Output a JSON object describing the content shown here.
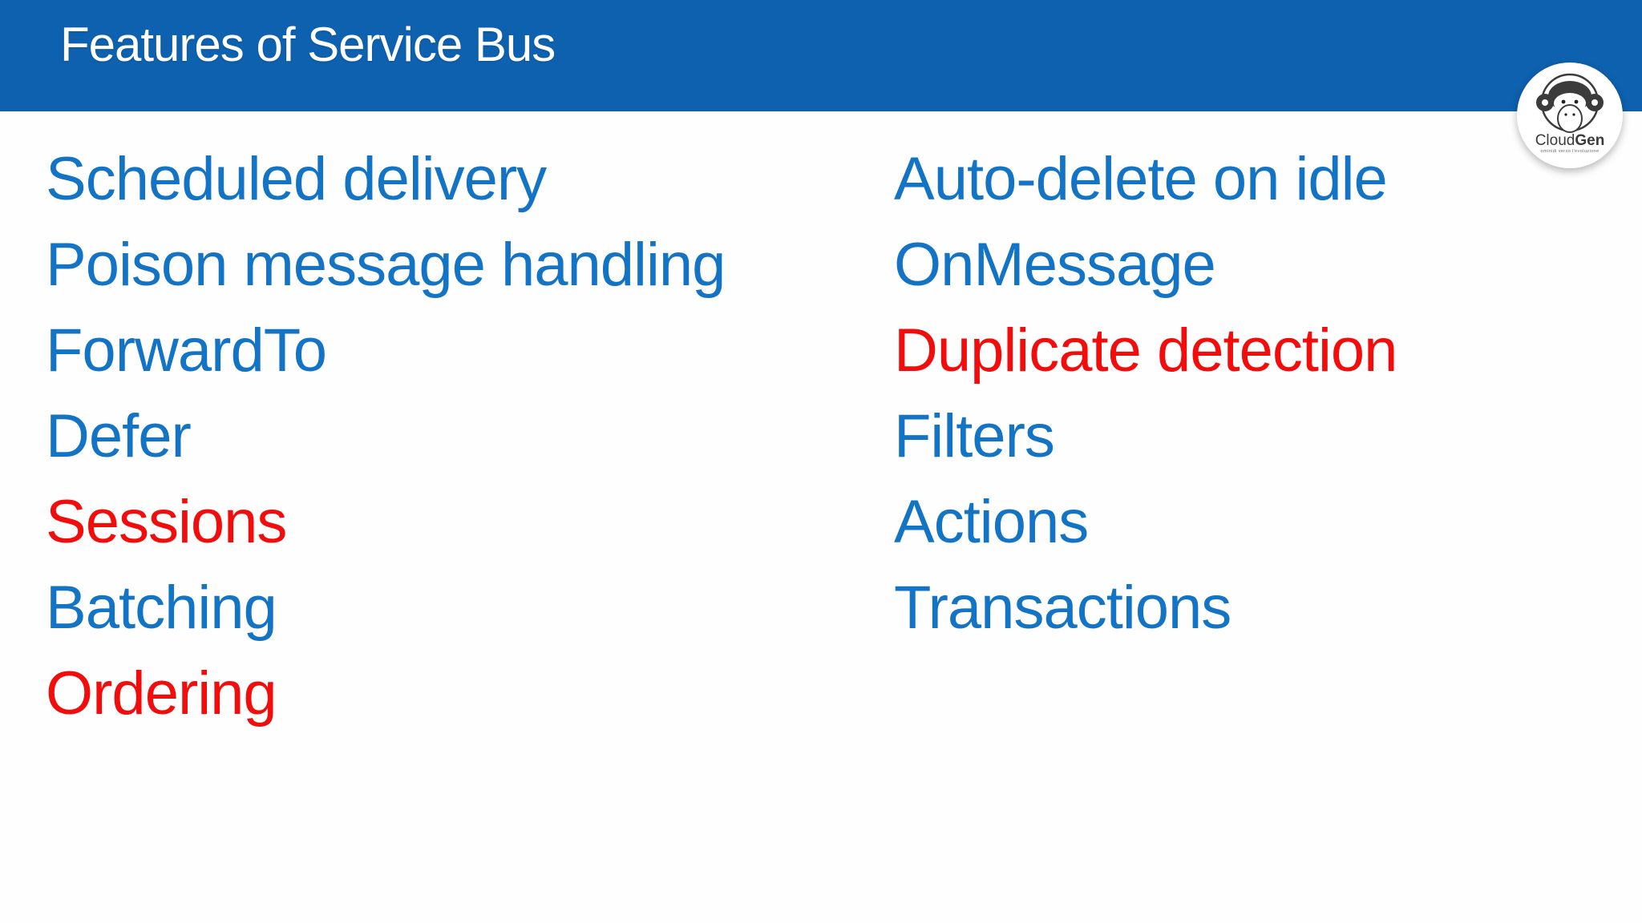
{
  "header": {
    "title": "Features of Service Bus"
  },
  "logo": {
    "brand_first": "Cloud",
    "brand_second": "Gen",
    "tagline": "ominidi verso l'evoluzione"
  },
  "columns": {
    "left": [
      {
        "label": "Scheduled delivery",
        "highlight": false
      },
      {
        "label": "Poison message handling",
        "highlight": false
      },
      {
        "label": "ForwardTo",
        "highlight": false
      },
      {
        "label": "Defer",
        "highlight": false
      },
      {
        "label": "Sessions",
        "highlight": true
      },
      {
        "label": "Batching",
        "highlight": false
      },
      {
        "label": "Ordering",
        "highlight": true
      }
    ],
    "right": [
      {
        "label": "Auto-delete on idle",
        "highlight": false
      },
      {
        "label": "OnMessage",
        "highlight": false
      },
      {
        "label": "Duplicate detection",
        "highlight": true
      },
      {
        "label": "Filters",
        "highlight": false
      },
      {
        "label": "Actions",
        "highlight": false
      },
      {
        "label": "Transactions",
        "highlight": false
      }
    ]
  },
  "colors": {
    "header_bg": "#0d61ae",
    "item_blue": "#1373c4",
    "item_red": "#f20d0d",
    "logo_ink": "#3b3b3b"
  }
}
